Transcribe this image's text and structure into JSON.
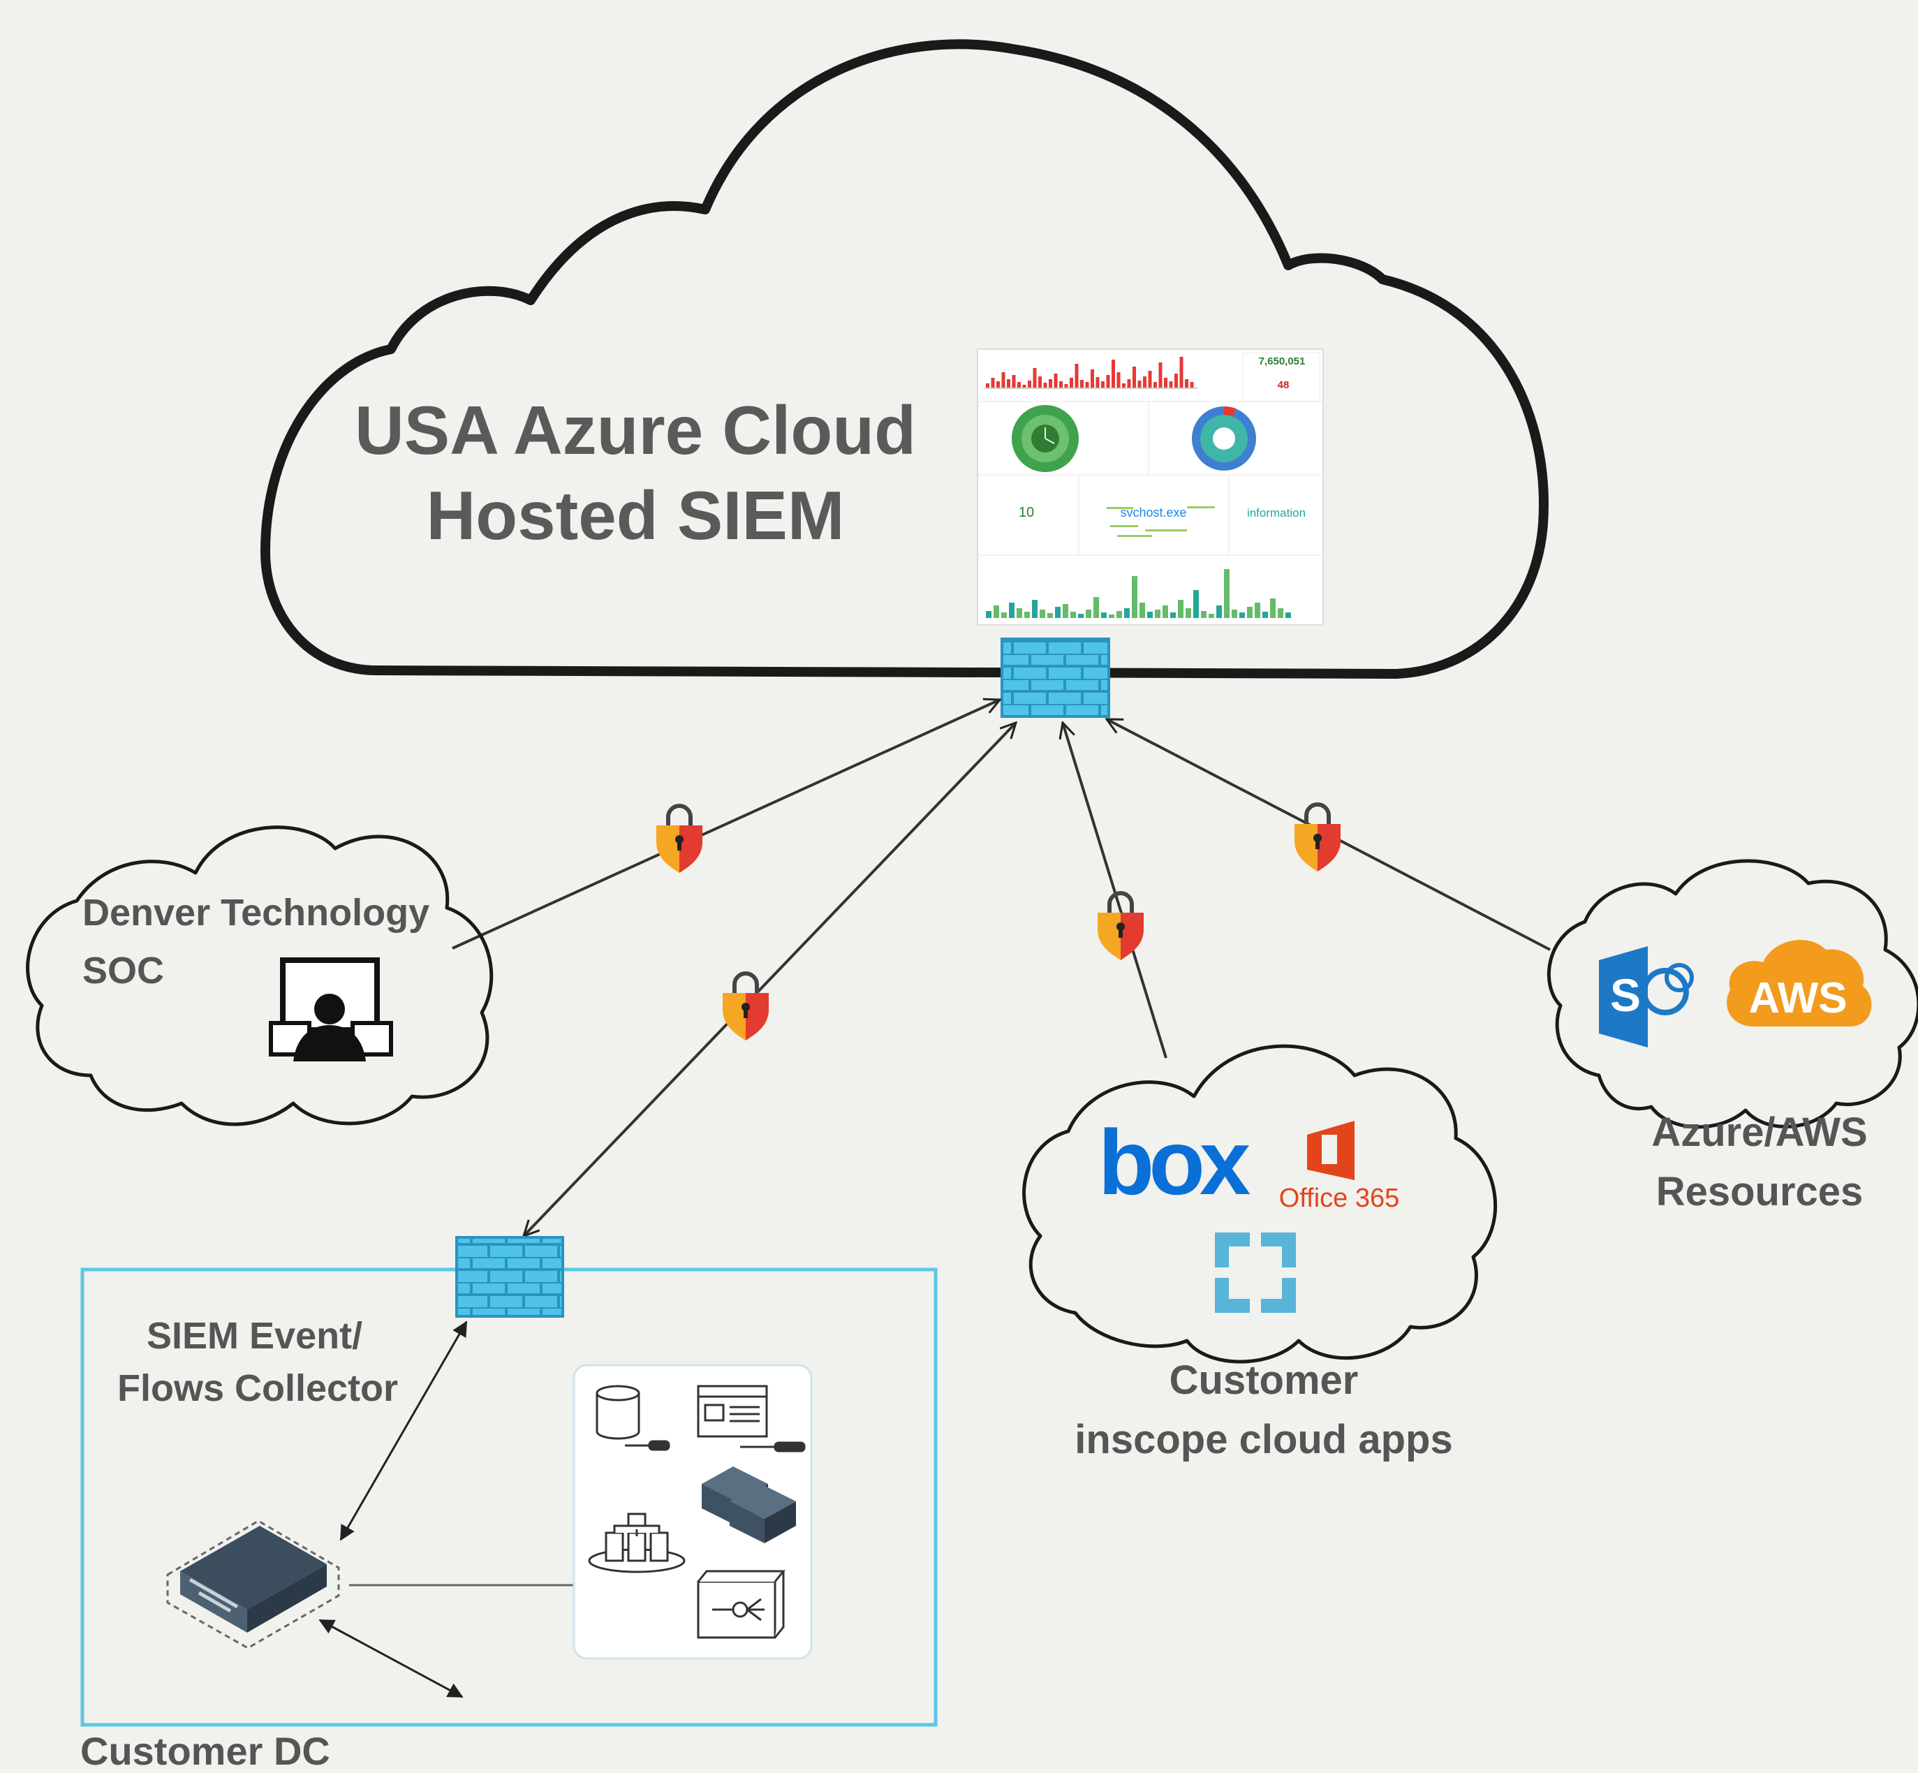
{
  "cloud": {
    "title_line1": "USA Azure Cloud",
    "title_line2": "Hosted SIEM"
  },
  "dashboard": {
    "metric_total": "7,650,051",
    "metric_alerts": "48",
    "donut_center": "10",
    "word_main": "svchost.exe",
    "word_info": "information"
  },
  "soc": {
    "line1": "Denver Technology",
    "line2": "SOC"
  },
  "apps_cloud": {
    "box_logo": "box",
    "office_logo": "Office 365",
    "caption_line1": "Customer",
    "caption_line2": "inscope cloud apps"
  },
  "resources_cloud": {
    "sharepoint_letter": "S",
    "aws_logo": "AWS",
    "caption_line1": "Azure/AWS",
    "caption_line2": "Resources"
  },
  "collector": {
    "line1": "SIEM Event/",
    "line2": "Flows Collector"
  },
  "datacenter": {
    "label": "Customer DC"
  },
  "colors": {
    "background": "#f1f1ee",
    "cloud_outline": "#1a1a1a",
    "firewall": "#4fc3e8",
    "dc_border": "#5bc8e6",
    "lock_orange": "#f5a623",
    "lock_red": "#e23b2f",
    "box_blue": "#0a6fd6",
    "office_red": "#e2451b",
    "aws_orange": "#f29b1d",
    "sharepoint_blue": "#1d78c6",
    "text": "#555555"
  }
}
